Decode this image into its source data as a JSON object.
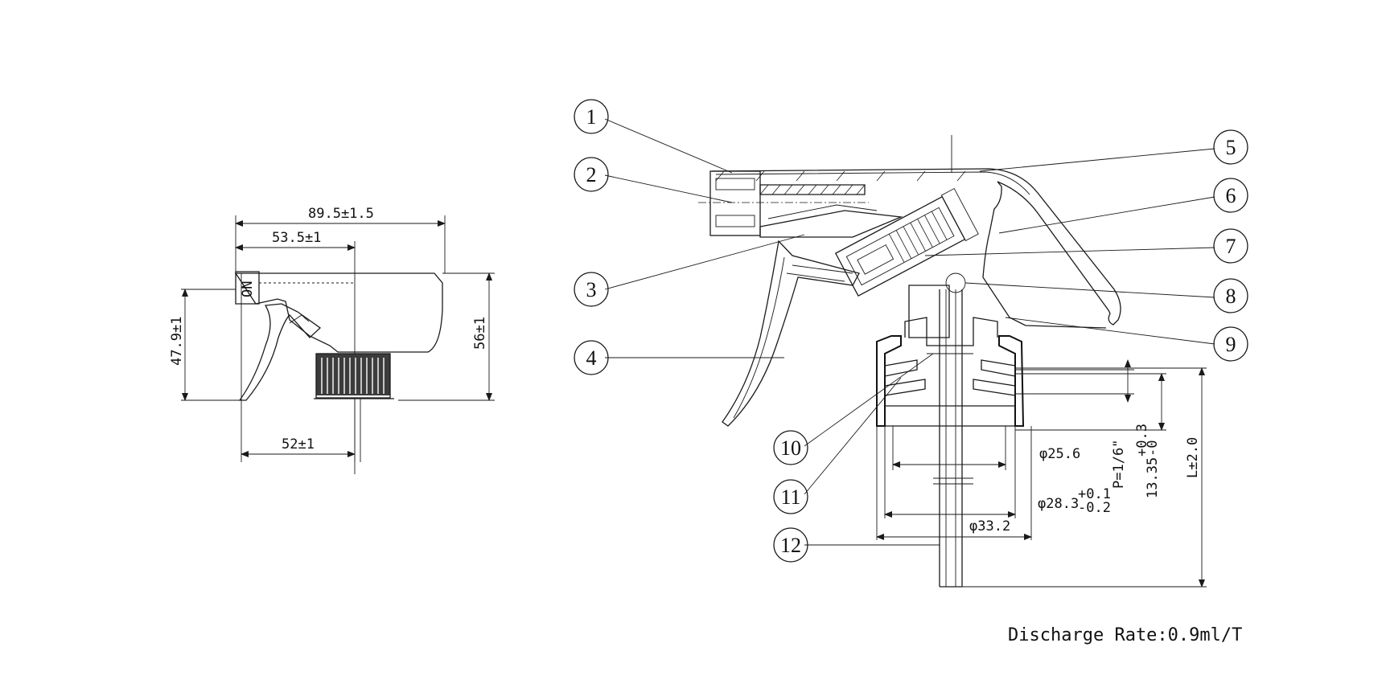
{
  "side_view": {
    "dimensions": {
      "overall_length": "89.5±1.5",
      "nozzle_to_cap": "53.5±1",
      "trigger_to_axis": "52±1",
      "trigger_height": "47.9±1",
      "overall_height": "56±1"
    },
    "nozzle_marking": "ON"
  },
  "section_view": {
    "part_labels": [
      "1",
      "2",
      "3",
      "4",
      "5",
      "6",
      "7",
      "8",
      "9",
      "10",
      "11",
      "12"
    ],
    "dimensions": {
      "inner_diameter": "φ25.6",
      "thread_diameter_main": "φ28.3",
      "thread_diameter_tol_plus": "+0.1",
      "thread_diameter_tol_minus": "-0.2",
      "outer_diameter": "φ33.2",
      "thread_pitch": "P=1/6\"",
      "cap_height_main": "13.35",
      "cap_height_tol_plus": "+0.3",
      "cap_height_tol_minus": "-0",
      "tube_length": "L±2.0"
    }
  },
  "note": "Discharge Rate:0.9ml/T"
}
